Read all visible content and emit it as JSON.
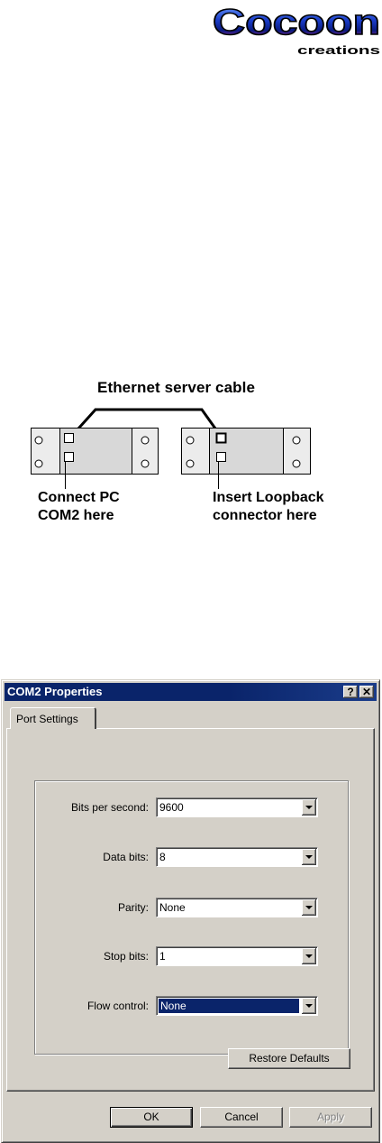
{
  "logo": {
    "word": "Cocoon",
    "sub": "creations"
  },
  "diagram": {
    "cable_label": "Ethernet server cable",
    "left_caption": [
      "Connect PC",
      "COM2 here"
    ],
    "right_caption": [
      "Insert Loopback",
      "connector here"
    ]
  },
  "dialog": {
    "title": "COM2 Properties",
    "help_button": "?",
    "close_button": "✕",
    "tab_label": "Port Settings",
    "fields": [
      {
        "label": "Bits per second:",
        "value": "9600"
      },
      {
        "label": "Data bits:",
        "value": "8"
      },
      {
        "label": "Parity:",
        "value": "None"
      },
      {
        "label": "Stop bits:",
        "value": "1"
      },
      {
        "label": "Flow control:",
        "value": "None"
      }
    ],
    "restore_button": "Restore Defaults",
    "ok_button": "OK",
    "cancel_button": "Cancel",
    "apply_button": "Apply"
  },
  "colors": {
    "titlebar": "#0a246a",
    "face": "#d4d0c8",
    "logo_fill": "#1a3cc8",
    "logo_accent": "#e0309a"
  }
}
